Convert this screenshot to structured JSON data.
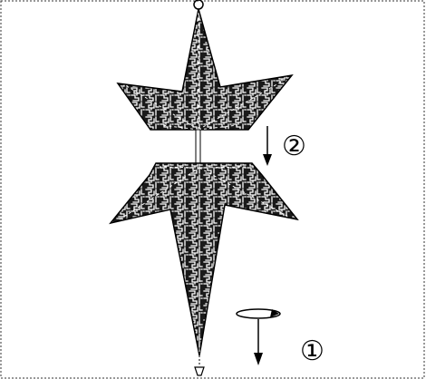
{
  "figure": {
    "pattern": "maze-texture",
    "outline_color": "#000000",
    "fill_dark": "#1a1a1a",
    "fill_light": "#ffffff",
    "frame_style": "dotted-border",
    "steps": [
      {
        "label": "②",
        "action": "push-down",
        "icon": "down-arrow-icon"
      },
      {
        "label": "①",
        "action": "rotate-and-pull-down",
        "icon": "rotation-ellipse-icon"
      }
    ]
  }
}
